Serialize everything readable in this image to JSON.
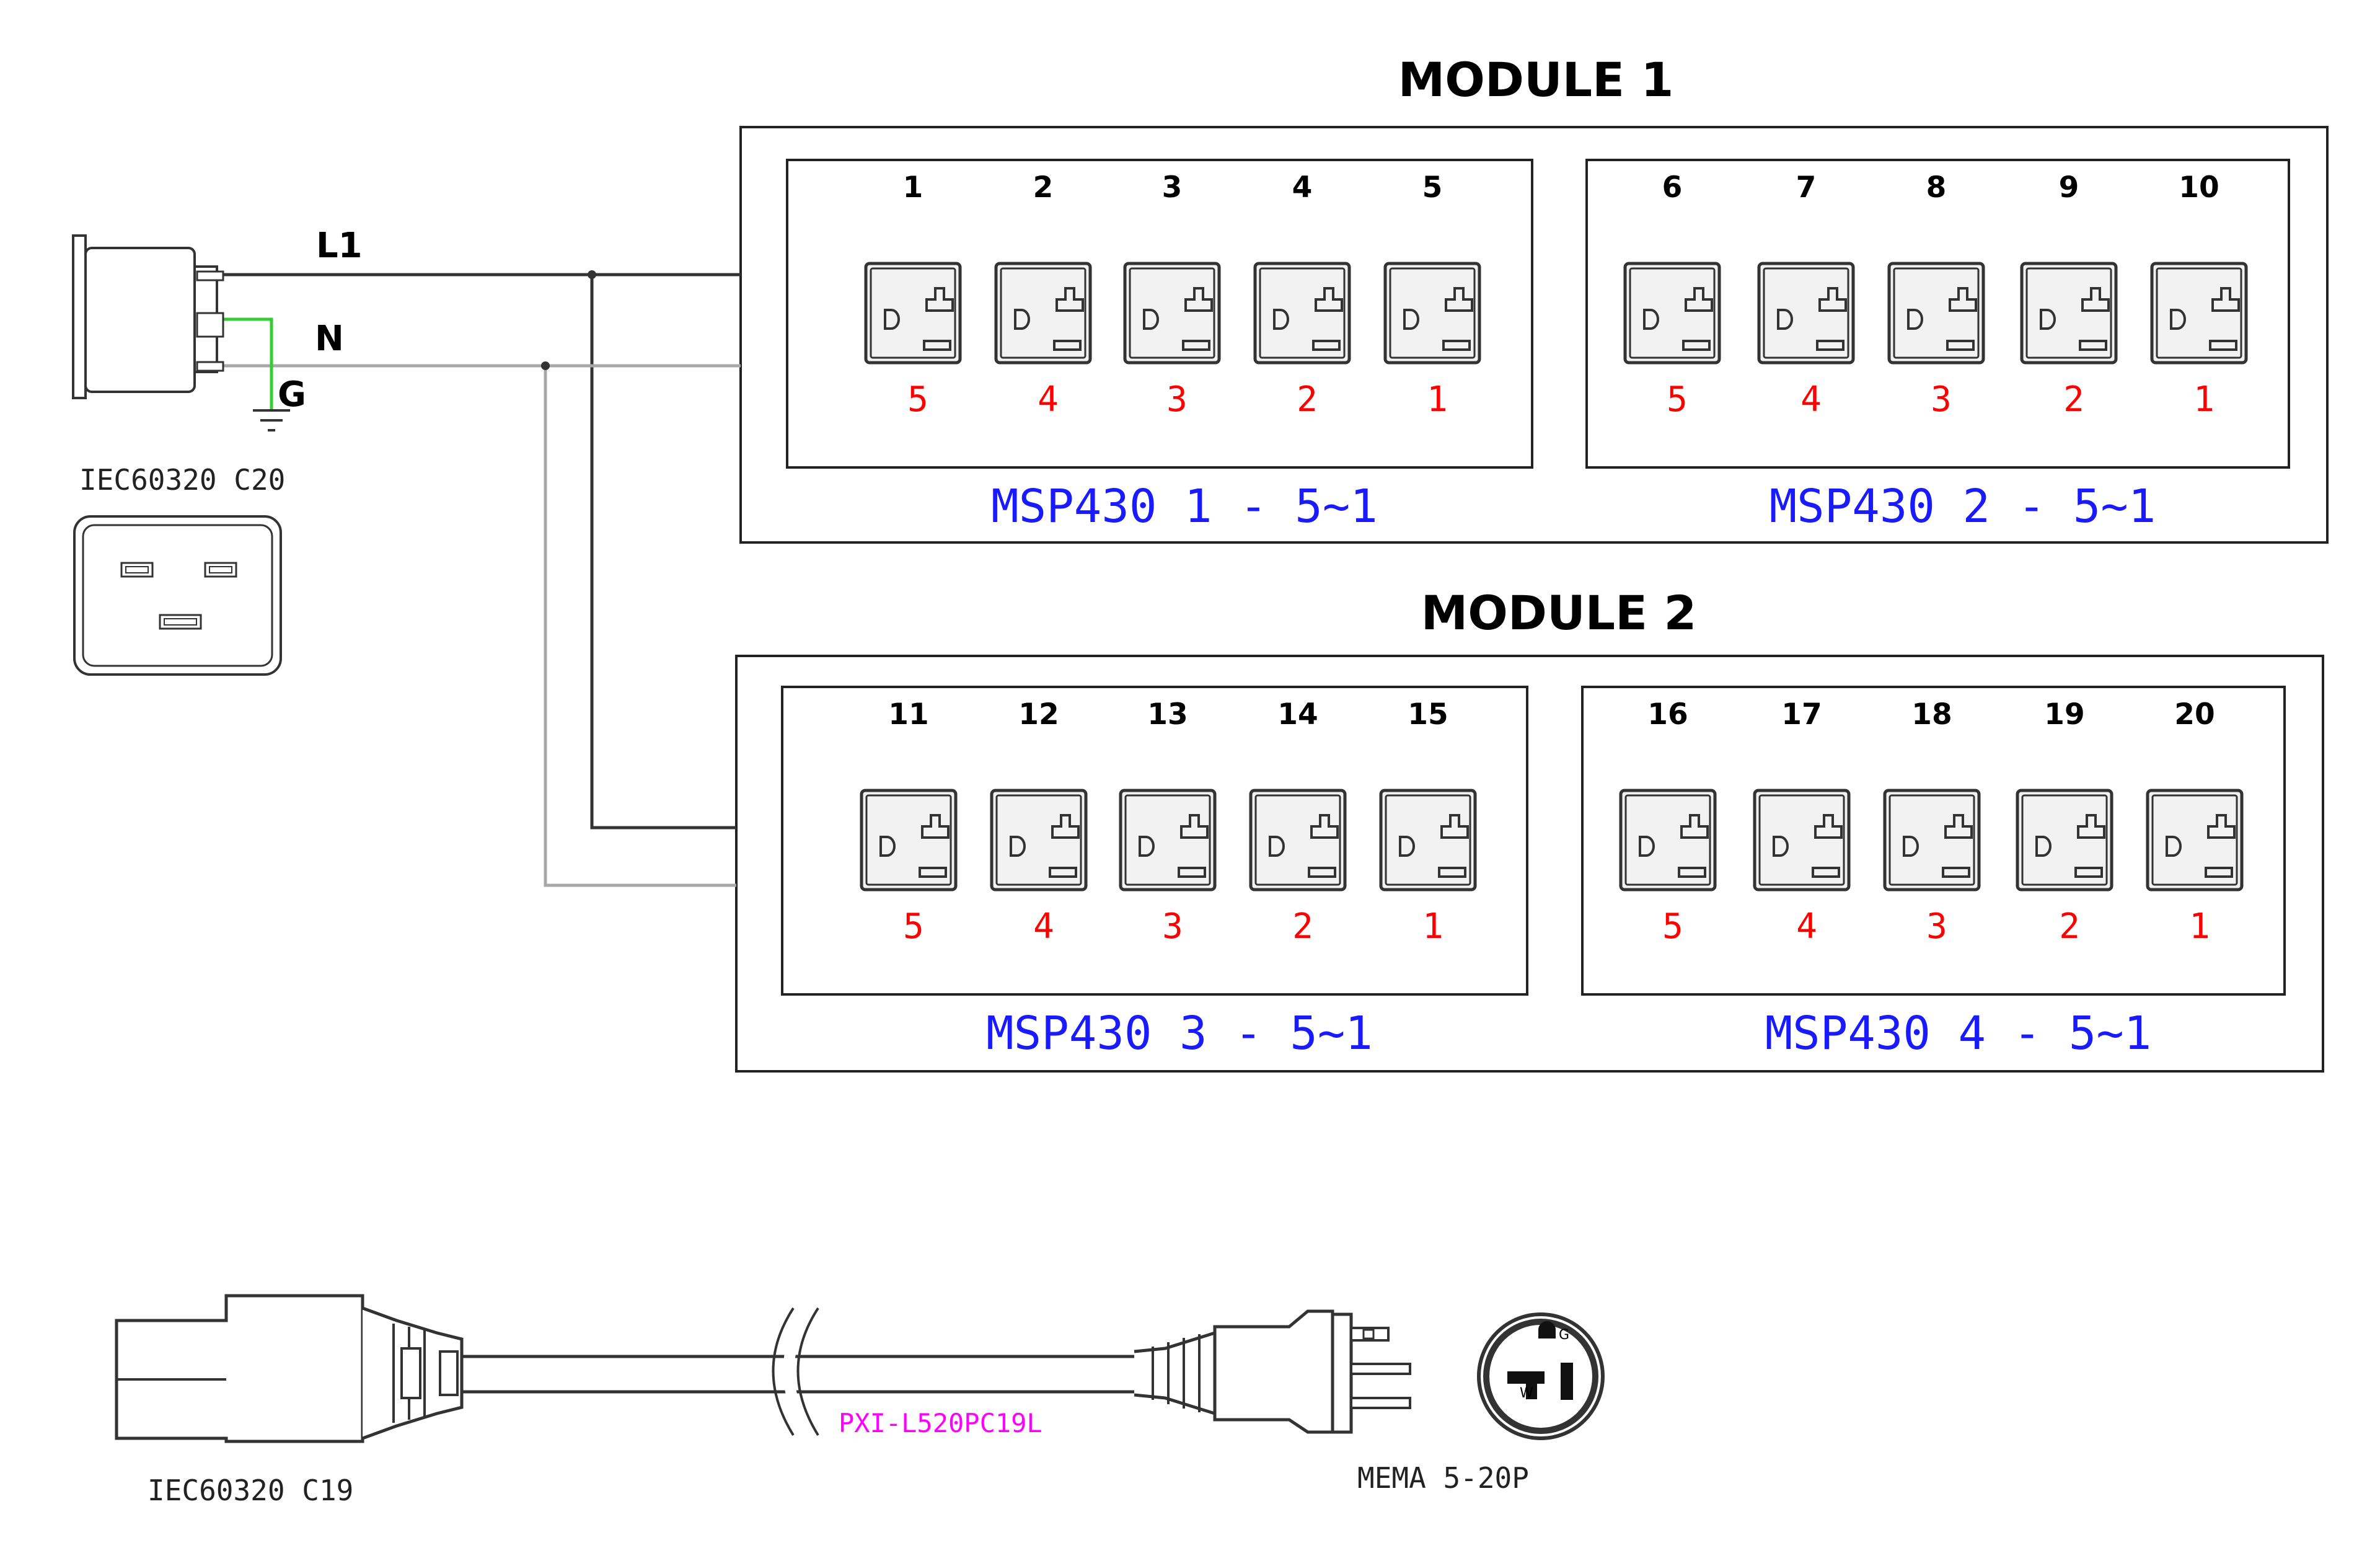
{
  "modules": [
    {
      "title": "MODULE 1",
      "groups": [
        {
          "label": "MSP430 1 - 5~1",
          "outlets": [
            "1",
            "2",
            "3",
            "4",
            "5"
          ],
          "positions": [
            "5",
            "4",
            "3",
            "2",
            "1"
          ]
        },
        {
          "label": "MSP430 2 - 5~1",
          "outlets": [
            "6",
            "7",
            "8",
            "9",
            "10"
          ],
          "positions": [
            "5",
            "4",
            "3",
            "2",
            "1"
          ]
        }
      ]
    },
    {
      "title": "MODULE 2",
      "groups": [
        {
          "label": "MSP430 3 - 5~1",
          "outlets": [
            "11",
            "12",
            "13",
            "14",
            "15"
          ],
          "positions": [
            "5",
            "4",
            "3",
            "2",
            "1"
          ]
        },
        {
          "label": "MSP430 4 - 5~1",
          "outlets": [
            "16",
            "17",
            "18",
            "19",
            "20"
          ],
          "positions": [
            "5",
            "4",
            "3",
            "2",
            "1"
          ]
        }
      ]
    }
  ],
  "inlet": {
    "label": "IEC60320 C20",
    "wires": {
      "line": "L1",
      "neutral": "N",
      "ground": "G"
    }
  },
  "cord": {
    "part_number": "PXI-L520PC19L",
    "left_connector": "IEC60320 C19",
    "right_connector": "MEMA 5-20P",
    "plug_face_ground": "G",
    "plug_face_neutral": "W"
  },
  "colors": {
    "line_wire": "#333333",
    "neutral_wire": "#a8a8a8",
    "ground_wire": "#33cc33",
    "position_numbers": "#ff0000",
    "group_labels": "#1a1aff",
    "part_number": "#ff00ff"
  }
}
